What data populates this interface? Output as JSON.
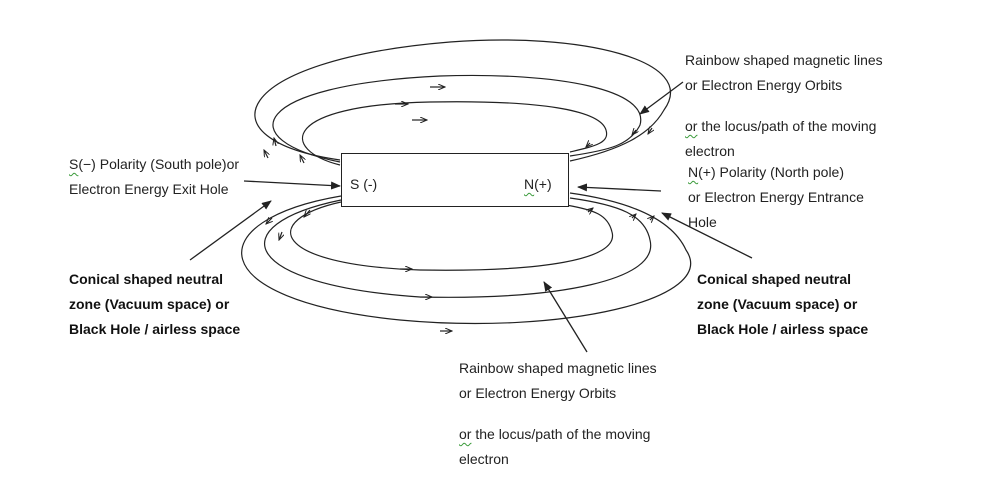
{
  "magnet": {
    "south_label": "S (-)",
    "north_label_letter": "N",
    "north_label_rest": "(+)"
  },
  "labels": {
    "south_pole": {
      "line1_squiggle": "S",
      "line1_rest": "(−) Polarity (South pole)or",
      "line2": "Electron Energy Exit Hole"
    },
    "north_pole": {
      "line1_squiggle": "N",
      "line1_rest": "(+) Polarity (North pole)",
      "line2": "or Electron Energy Entrance",
      "line3": "Hole"
    },
    "top_orbits": {
      "line1": "Rainbow shaped magnetic lines",
      "line2": "or Electron Energy Orbits",
      "line3_squiggle": "or",
      "line3_rest": " the locus/path of the moving",
      "line4": "electron"
    },
    "bottom_orbits": {
      "line1": "Rainbow shaped magnetic lines",
      "line2": "or Electron Energy Orbits",
      "line3_squiggle": "or",
      "line3_rest": " the locus/path of the moving",
      "line4": "electron"
    },
    "left_neutral_zone": {
      "line1": "Conical shaped neutral",
      "line2": "zone (Vacuum space) or",
      "line3": "Black Hole / airless space"
    },
    "right_neutral_zone": {
      "line1": "Conical shaped neutral",
      "line2": "zone (Vacuum space) or",
      "line3": "Black Hole / airless space"
    }
  },
  "colors": {
    "line": "#222222",
    "spellcheck": "#3a9a3a"
  }
}
